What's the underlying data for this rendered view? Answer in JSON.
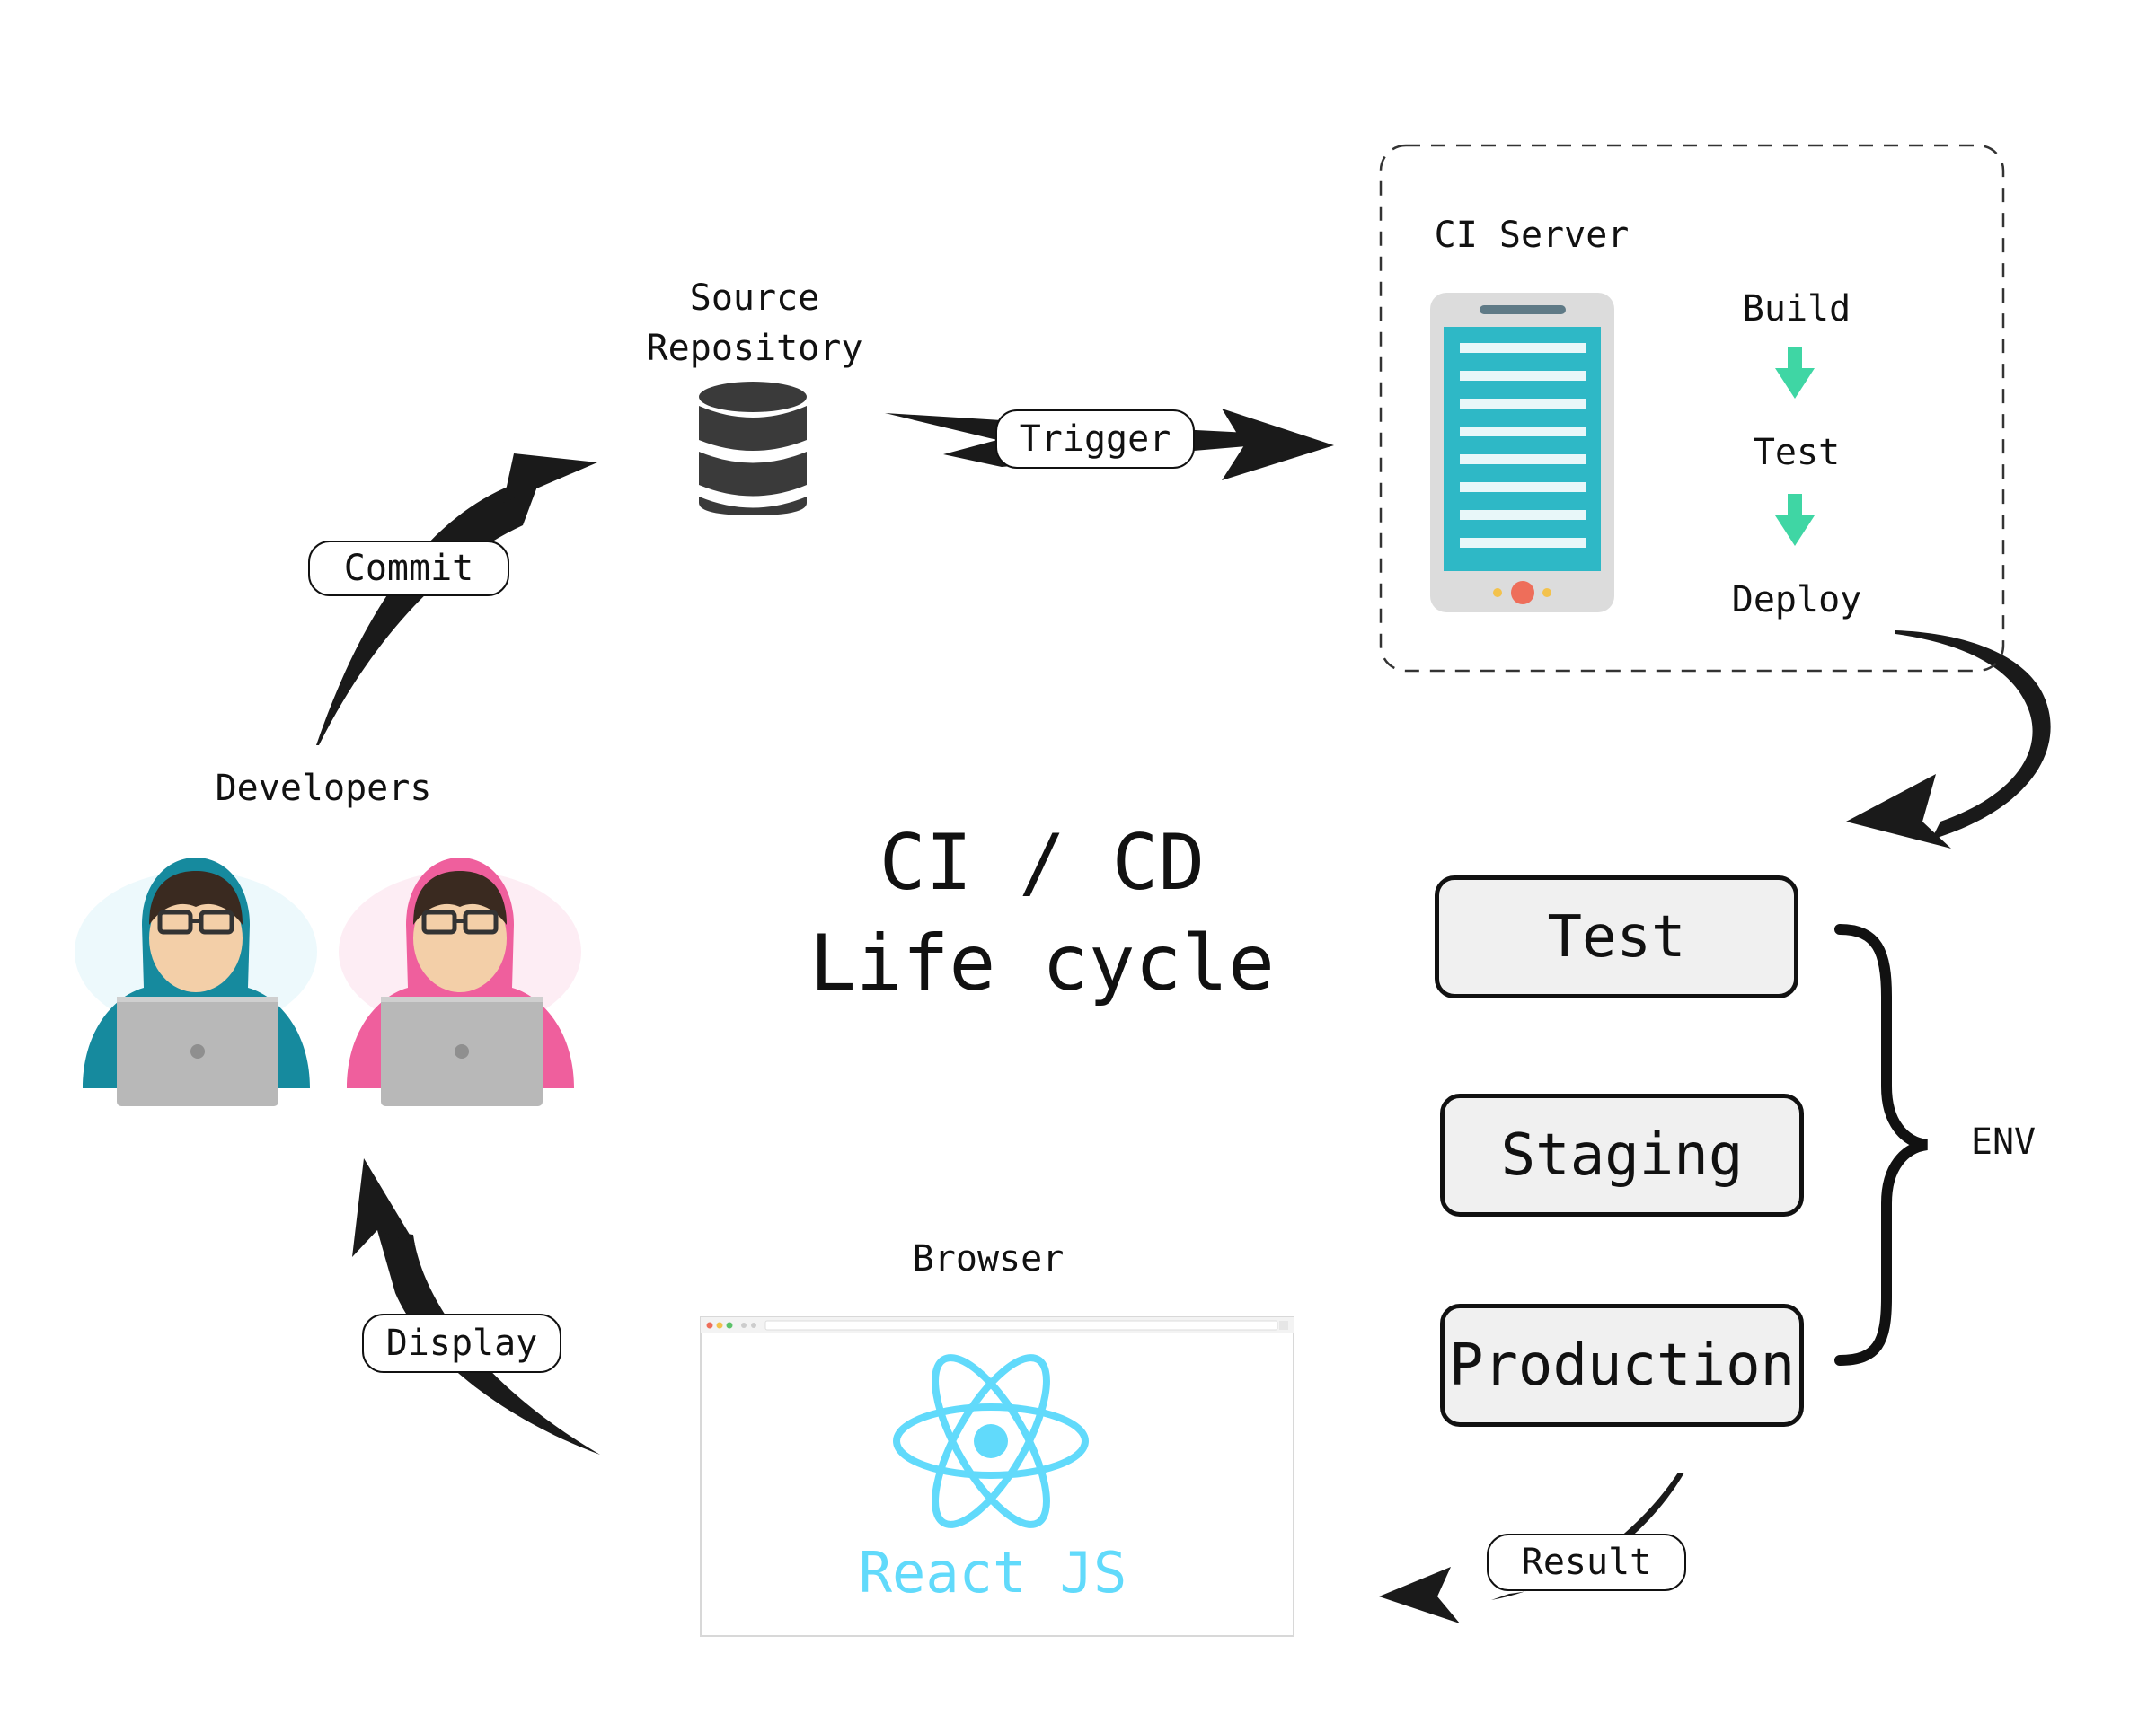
{
  "title": {
    "line1": "CI / CD",
    "line2": "Life cycle"
  },
  "nodes": {
    "source_repo": {
      "line1": "Source",
      "line2": "Repository"
    },
    "ci_server": {
      "label": "CI Server",
      "steps": [
        "Build",
        "Test",
        "Deploy"
      ]
    },
    "developers": {
      "label": "Developers"
    },
    "browser": {
      "label": "Browser",
      "app_label": "React JS"
    },
    "environments": {
      "items": [
        "Test",
        "Staging",
        "Production"
      ],
      "group_label": "ENV"
    }
  },
  "edges": {
    "commit": "Commit",
    "trigger": "Trigger",
    "result": "Result",
    "display": "Display"
  },
  "colors": {
    "teal": "#2eb8c6",
    "mint": "#3fd6a4",
    "react": "#61dafb",
    "hoodie_teal": "#168a9e",
    "hoodie_pink": "#ef5f9d"
  }
}
